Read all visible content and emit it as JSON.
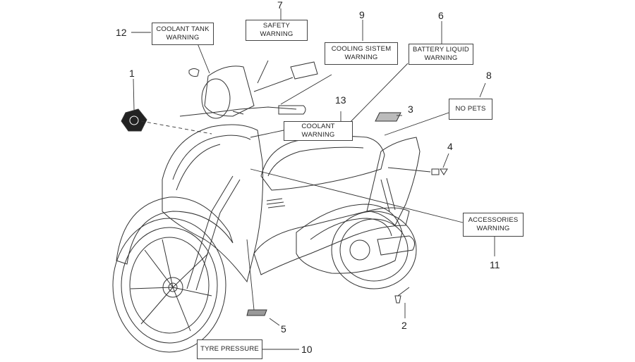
{
  "labels": {
    "coolant_tank": [
      "COOLANT TANK",
      "WARNING"
    ],
    "safety": [
      "SAFETY",
      "WARNING"
    ],
    "cooling_system": [
      "COOLING SISTEM",
      "WARNING"
    ],
    "battery_liquid": [
      "BATTERY LIQUID",
      "WARNING"
    ],
    "no_pets": "NO PETS",
    "coolant_warning": "COOLANT WARNING",
    "accessories": [
      "ACCESSORIES",
      "WARNING"
    ],
    "tyre_pressure": "TYRE PRESSURE"
  },
  "numbers": {
    "n1": "1",
    "n2": "2",
    "n3": "3",
    "n4": "4",
    "n5": "5",
    "n6": "6",
    "n7": "7",
    "n8": "8",
    "n9": "9",
    "n10": "10",
    "n11": "11",
    "n12": "12",
    "n13": "13"
  },
  "colors": {
    "line": "#333333",
    "fill": "#ffffff"
  }
}
